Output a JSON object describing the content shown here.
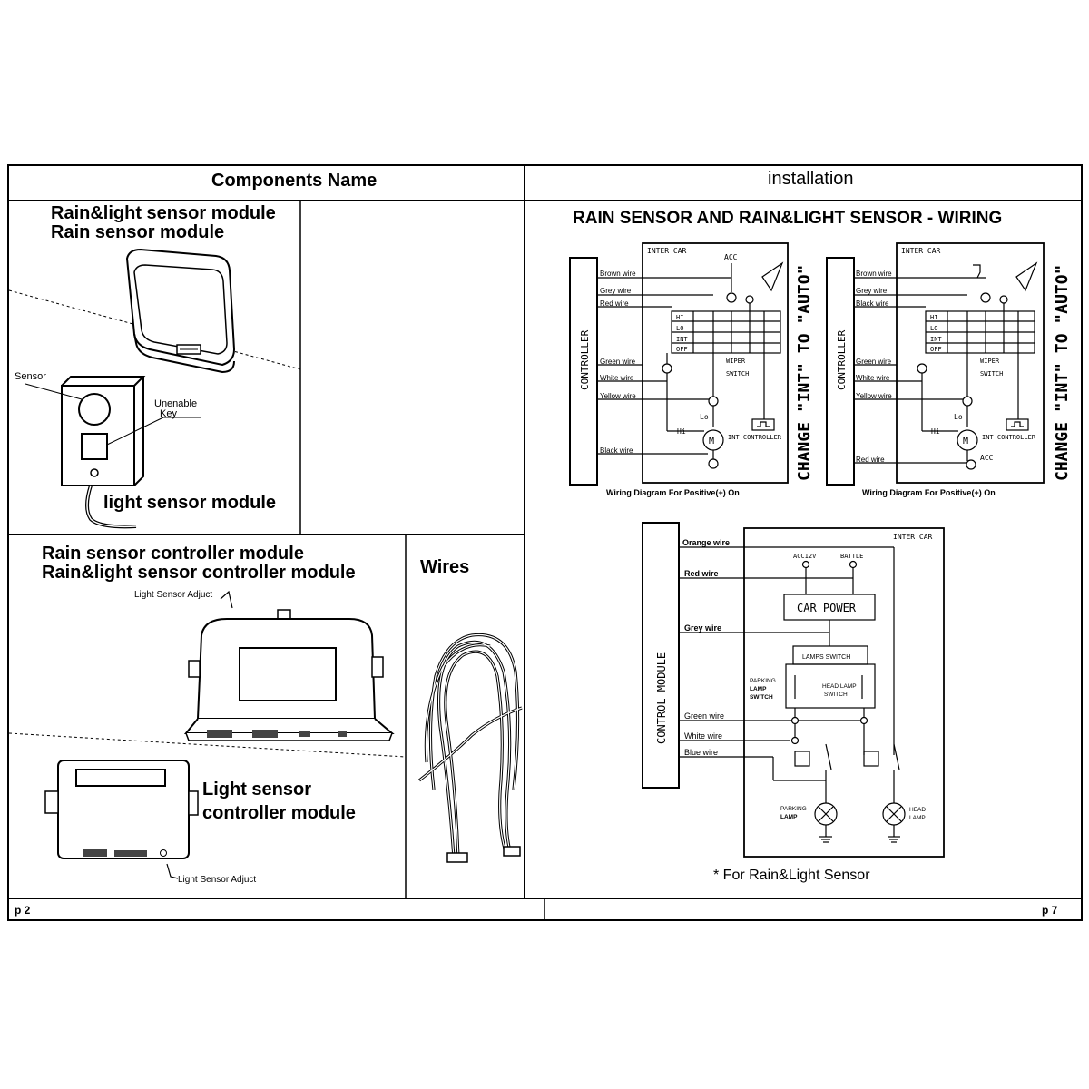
{
  "left": {
    "header": "Components Name",
    "rain_light_module": {
      "line1": "Rain&light sensor module",
      "line2": "Rain sensor module"
    },
    "light_module": {
      "title": "light sensor module",
      "sensor": "Sensor",
      "unenable_1": "Unenable",
      "unenable_2": "Key"
    },
    "controller_module": {
      "line1": "Rain sensor controller module",
      "line2": "Rain&light sensor controller module",
      "adjust": "Light Sensor Adjuct"
    },
    "wires": "Wires",
    "light_controller": {
      "line1": "Light sensor",
      "line2": "controller module",
      "adjust": "Light Sensor Adjuct"
    },
    "page": "p 2"
  },
  "right": {
    "header": "installation",
    "title": "RAIN SENSOR AND RAIN&LIGHT SENSOR - WIRING",
    "diagram1": {
      "controller": "CONTROLLER",
      "inter_car": "INTER CAR",
      "acc": "ACC",
      "wires": [
        "Brown wire",
        "Grey wire",
        "Red wire",
        "Green wire",
        "White wire",
        "Yellow wire",
        "Black wire"
      ],
      "switch_rows": [
        "HI",
        "LO",
        "INT",
        "OFF"
      ],
      "wiper": "WIPER",
      "switch": "SWITCH",
      "lo": "Lo",
      "hi": "Hi",
      "motor": "M",
      "int_controller": "INT CONTROLLER",
      "change": "CHANGE \"INT\" TO \"AUTO\"",
      "caption": "Wiring Diagram For Positive(+) On"
    },
    "diagram2": {
      "controller": "CONTROLLER",
      "inter_car": "INTER CAR",
      "acc": "ACC",
      "wires": [
        "Brown wire",
        "Grey wire",
        "Black wire",
        "Green wire",
        "White wire",
        "Yellow wire",
        "Red wire"
      ],
      "switch_rows": [
        "HI",
        "LO",
        "INT",
        "OFF"
      ],
      "wiper": "WIPER",
      "switch": "SWITCH",
      "lo": "Lo",
      "hi": "Hi",
      "motor": "M",
      "int_controller": "INT CONTROLLER",
      "change": "CHANGE \"INT\" TO \"AUTO\"",
      "caption": "Wiring Diagram For Positive(+) On"
    },
    "diagram3": {
      "control_module": "CONTROL MODULE",
      "inter_car": "INTER CAR",
      "wires": [
        "Orange wire",
        "Red wire",
        "Grey wire",
        "Green wire",
        "White wire",
        "Blue wire"
      ],
      "acc12v": "ACC12V",
      "battle": "BATTLE",
      "car_power": "CAR POWER",
      "lamps_switch": "LAMPS SWITCH",
      "parking_switch": [
        "PARKING",
        "LAMP",
        "SWITCH"
      ],
      "head_switch": [
        "HEAD LAMP",
        "SWITCH"
      ],
      "parking_lamp": [
        "PARKING",
        "LAMP"
      ],
      "head_lamp": [
        "HEAD",
        "LAMP"
      ]
    },
    "note": "* For Rain&Light Sensor",
    "page": "p 7"
  }
}
